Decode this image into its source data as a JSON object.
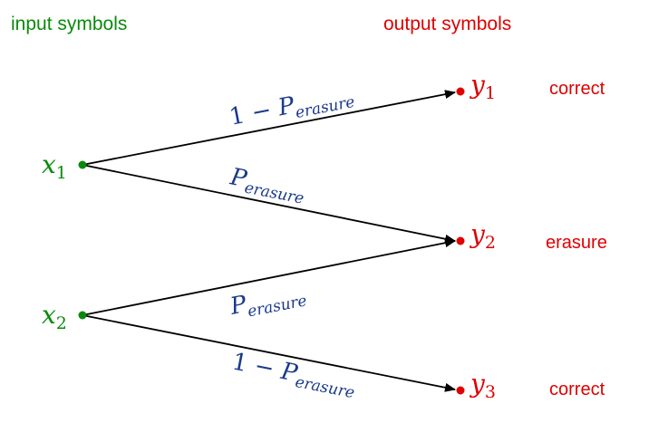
{
  "headers": {
    "input": "input symbols",
    "output": "output symbols"
  },
  "inputs": [
    {
      "sym": "x",
      "sub": "1"
    },
    {
      "sym": "x",
      "sub": "2"
    }
  ],
  "outputs": [
    {
      "sym": "y",
      "sub": "1",
      "label": "correct"
    },
    {
      "sym": "y",
      "sub": "2",
      "label": "erasure"
    },
    {
      "sym": "y",
      "sub": "3",
      "label": "correct"
    }
  ],
  "edges": [
    {
      "from": "x1",
      "to": "y1",
      "prefix": "1 − ",
      "P": "P",
      "sub": "erasure"
    },
    {
      "from": "x1",
      "to": "y2",
      "prefix": "",
      "P": "P",
      "sub": "erasure"
    },
    {
      "from": "x2",
      "to": "y2",
      "prefix": "",
      "P": "P",
      "sub": "erasure"
    },
    {
      "from": "x2",
      "to": "y3",
      "prefix": "1 − ",
      "P": "P",
      "sub": "erasure"
    }
  ],
  "colors": {
    "input": "#0a8a0a",
    "output": "#e00000",
    "edge_label": "#1a3a8a",
    "arrow": "#000000"
  }
}
